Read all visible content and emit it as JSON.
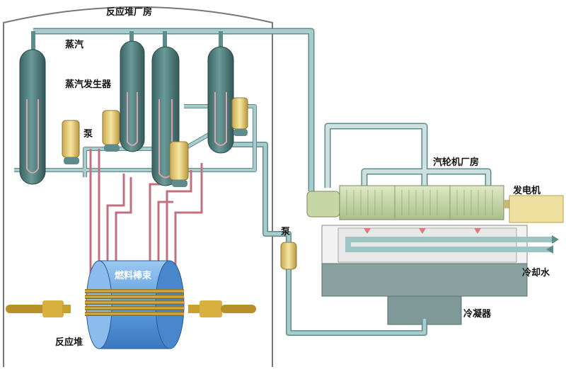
{
  "labels": {
    "reactor_building": "反应堆厂房",
    "steam": "蒸汽",
    "steam_generator": "蒸汽发生器",
    "pump_1": "泵",
    "pump_2": "泵",
    "fuel_rod_bundle": "燃料棒束",
    "reactor": "反应堆",
    "turbine_hall": "汽轮机厂房",
    "generator": "发电机",
    "cooling_water": "冷却水",
    "condenser": "冷凝器"
  },
  "colors": {
    "steam_pipe": "#9fc4c4",
    "steam_pipe_edge": "#5e8c8c",
    "sg_body": "#4d7878",
    "hot_pipe": "#d89aa8",
    "pump_yellow": "#e8cf7a",
    "reactor_blue": "#6aa8e0",
    "turbine_green": "#c8d9a8",
    "generator_yellow": "#f0e0a0",
    "condenser_gray": "#90a8a8",
    "rod_brown": "#c89628"
  }
}
